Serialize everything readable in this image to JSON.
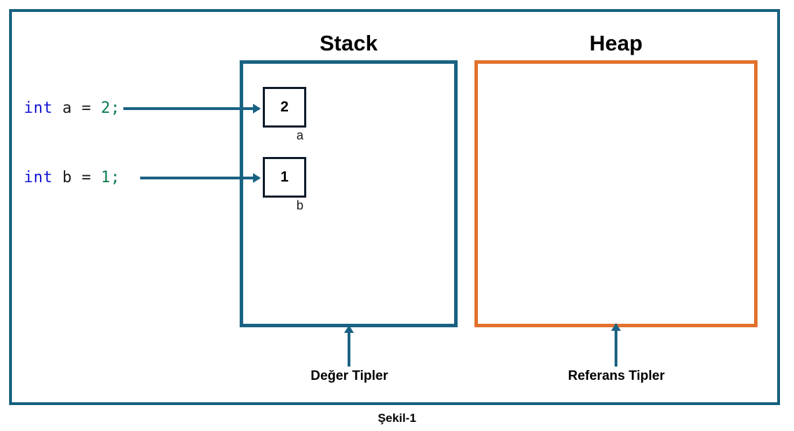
{
  "figure": {
    "caption": "Şekil-1",
    "frame_color": "#16607f"
  },
  "regions": [
    {
      "id": "stack",
      "title": "Stack",
      "border_color": "#1a6283",
      "callout_label": "Değer Tipler"
    },
    {
      "id": "heap",
      "title": "Heap",
      "border_color": "#e2712d",
      "callout_label": "Referans Tipler"
    }
  ],
  "code_lines": [
    {
      "keyword": "int",
      "middle": " a = ",
      "literal": "2;",
      "keyword_color": "#1414d4",
      "literal_color": "#0c7a4e"
    },
    {
      "keyword": "int",
      "middle": " b = ",
      "literal": "1;",
      "keyword_color": "#1414d4",
      "literal_color": "#0c7a4e"
    }
  ],
  "stack_slots": [
    {
      "value": "2",
      "label": "a"
    },
    {
      "value": "1",
      "label": "b"
    }
  ]
}
